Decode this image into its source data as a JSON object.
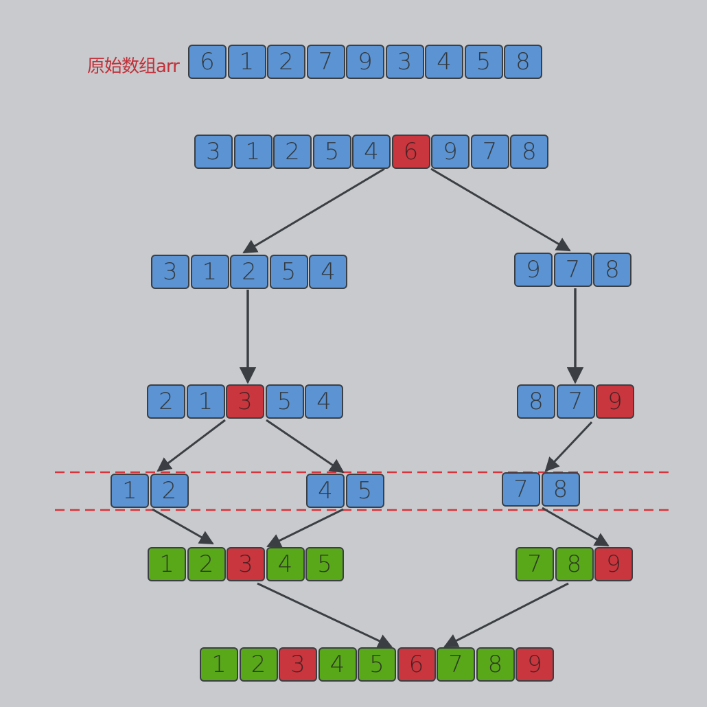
{
  "title": "原始数组arr",
  "colors": {
    "background": "#c9cacd",
    "blue": "#5b93d3",
    "red": "#c9363d",
    "green": "#59a81a",
    "arrow": "#3b3f44",
    "dashed_line": "#d8343c",
    "title_text": "#c2313a"
  },
  "arrays": [
    {
      "id": "original",
      "values": [
        "6",
        "1",
        "2",
        "7",
        "9",
        "3",
        "4",
        "5",
        "8"
      ],
      "colors": [
        "blue",
        "blue",
        "blue",
        "blue",
        "blue",
        "blue",
        "blue",
        "blue",
        "blue"
      ]
    },
    {
      "id": "partition-1",
      "values": [
        "3",
        "1",
        "2",
        "5",
        "4",
        "6",
        "9",
        "7",
        "8"
      ],
      "colors": [
        "blue",
        "blue",
        "blue",
        "blue",
        "blue",
        "red",
        "blue",
        "blue",
        "blue"
      ]
    },
    {
      "id": "left-1",
      "values": [
        "3",
        "1",
        "2",
        "5",
        "4"
      ],
      "colors": [
        "blue",
        "blue",
        "blue",
        "blue",
        "blue"
      ]
    },
    {
      "id": "right-1",
      "values": [
        "9",
        "7",
        "8"
      ],
      "colors": [
        "blue",
        "blue",
        "blue"
      ]
    },
    {
      "id": "left-2",
      "values": [
        "2",
        "1",
        "3",
        "5",
        "4"
      ],
      "colors": [
        "blue",
        "blue",
        "red",
        "blue",
        "blue"
      ]
    },
    {
      "id": "right-2",
      "values": [
        "8",
        "7",
        "9"
      ],
      "colors": [
        "blue",
        "blue",
        "red"
      ]
    },
    {
      "id": "left-left",
      "values": [
        "1",
        "2"
      ],
      "colors": [
        "blue",
        "blue"
      ]
    },
    {
      "id": "left-right",
      "values": [
        "4",
        "5"
      ],
      "colors": [
        "blue",
        "blue"
      ]
    },
    {
      "id": "right-left",
      "values": [
        "7",
        "8"
      ],
      "colors": [
        "blue",
        "blue"
      ]
    },
    {
      "id": "left-merged",
      "values": [
        "1",
        "2",
        "3",
        "4",
        "5"
      ],
      "colors": [
        "green",
        "green",
        "red",
        "green",
        "green"
      ]
    },
    {
      "id": "right-merged",
      "values": [
        "7",
        "8",
        "9"
      ],
      "colors": [
        "green",
        "green",
        "red"
      ]
    },
    {
      "id": "final",
      "values": [
        "1",
        "2",
        "3",
        "4",
        "5",
        "6",
        "7",
        "8",
        "9"
      ],
      "colors": [
        "green",
        "green",
        "red",
        "green",
        "green",
        "red",
        "green",
        "green",
        "red"
      ]
    }
  ],
  "arrows": [
    {
      "from": "partition-1",
      "to": "left-1"
    },
    {
      "from": "partition-1",
      "to": "right-1"
    },
    {
      "from": "left-1",
      "to": "left-2"
    },
    {
      "from": "right-1",
      "to": "right-2"
    },
    {
      "from": "left-2",
      "to": "left-left"
    },
    {
      "from": "left-2",
      "to": "left-right"
    },
    {
      "from": "right-2",
      "to": "right-left"
    },
    {
      "from": "left-left",
      "to": "left-merged"
    },
    {
      "from": "left-right",
      "to": "left-merged"
    },
    {
      "from": "right-left",
      "to": "right-merged"
    },
    {
      "from": "left-merged",
      "to": "final"
    },
    {
      "from": "right-merged",
      "to": "final"
    }
  ]
}
